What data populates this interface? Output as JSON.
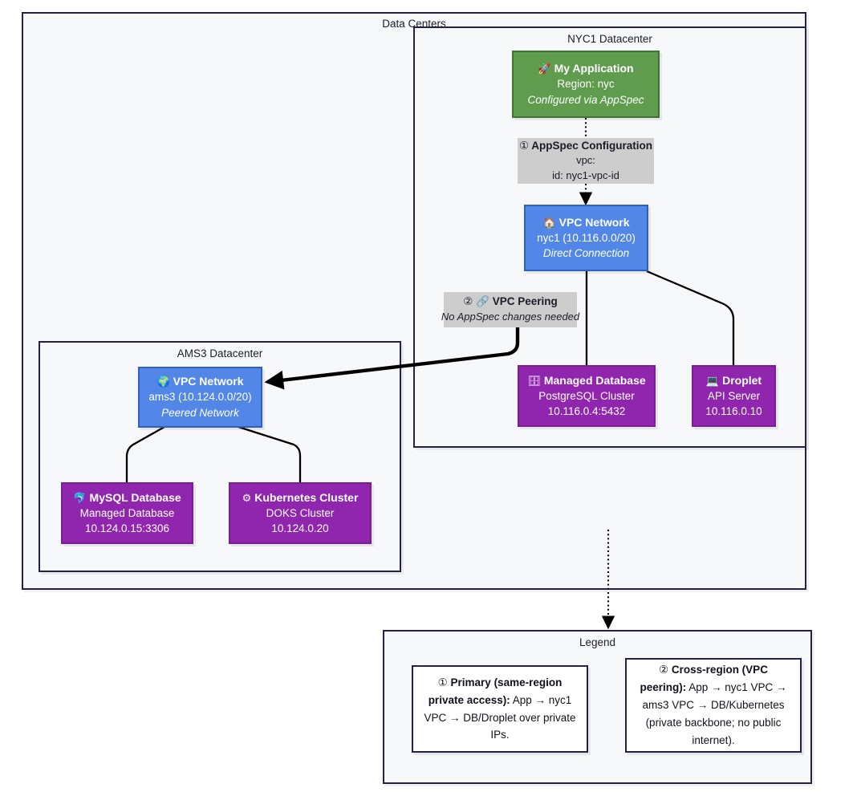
{
  "outer": {
    "title": "Data Centers"
  },
  "clusters": [
    {
      "name": "nyc1",
      "title": "NYC1 Datacenter"
    },
    {
      "name": "ams3",
      "title": "AMS3 Datacenter"
    },
    {
      "name": "legend",
      "title": "Legend"
    }
  ],
  "nodes": {
    "app": {
      "icon": "rocket-icon",
      "glyph": "🚀",
      "title": "My Application",
      "line2": "Region: nyc",
      "line3": "Configured via AppSpec",
      "color": "#5f9c4e"
    },
    "nyc1_vpc": {
      "icon": "house-icon",
      "glyph": "🏠",
      "title": "VPC Network",
      "line2": "nyc1 (10.116.0.0/20)",
      "line3": "Direct Connection",
      "color": "#5287e8"
    },
    "managed_db": {
      "icon": "file-cabinet-icon",
      "glyph": "🗄",
      "title": "Managed Database",
      "line2": "PostgreSQL Cluster",
      "line3": "10.116.0.4:5432",
      "color": "#9126ae"
    },
    "droplet": {
      "icon": "computer-icon",
      "glyph": "💻",
      "title": "Droplet",
      "line2": "API Server",
      "line3": "10.116.0.10",
      "color": "#9126ae"
    },
    "ams3_vpc": {
      "icon": "globe-icon",
      "glyph": "🌍",
      "title": "VPC Network",
      "line2": "ams3 (10.124.0.0/20)",
      "line3": "Peered Network",
      "color": "#5287e8"
    },
    "mysql_db": {
      "icon": "dolphin-icon",
      "glyph": "🐬",
      "title": "MySQL Database",
      "line2": "Managed Database",
      "line3": "10.124.0.15:3306",
      "color": "#9126ae"
    },
    "k8s": {
      "icon": "gear-icon",
      "glyph": "⚙",
      "title": "Kubernetes Cluster",
      "line2": "DOKS Cluster",
      "line3": "10.124.0.20",
      "color": "#9126ae"
    }
  },
  "edge_labels": {
    "appspec": {
      "marker": "①",
      "title": "AppSpec Configuration",
      "line2": "vpc:",
      "line3": "id: nyc1-vpc-id"
    },
    "peering": {
      "marker": "②",
      "icon": "link-icon",
      "glyph": "🔗",
      "title": "VPC Peering",
      "line2": "No AppSpec changes needed"
    }
  },
  "legend": {
    "items": [
      {
        "marker": "①",
        "bold": "Primary (same-region private access):",
        "rest": " App → nyc1 VPC → DB/Droplet over private IPs."
      },
      {
        "marker": "②",
        "bold": "Cross-region (VPC peering):",
        "rest": " App → nyc1 VPC → ams3 VPC → DB/Kubernetes (private backbone; no public internet)."
      }
    ]
  },
  "colors": {
    "frame_border": "#232244",
    "frame_bg": "#f7f8fa",
    "app_green": "#5f9c4e",
    "vpc_blue": "#5287e8",
    "resource_purple": "#9126ae",
    "label_gray": "#cdcdcd",
    "edge_black": "#000000"
  }
}
